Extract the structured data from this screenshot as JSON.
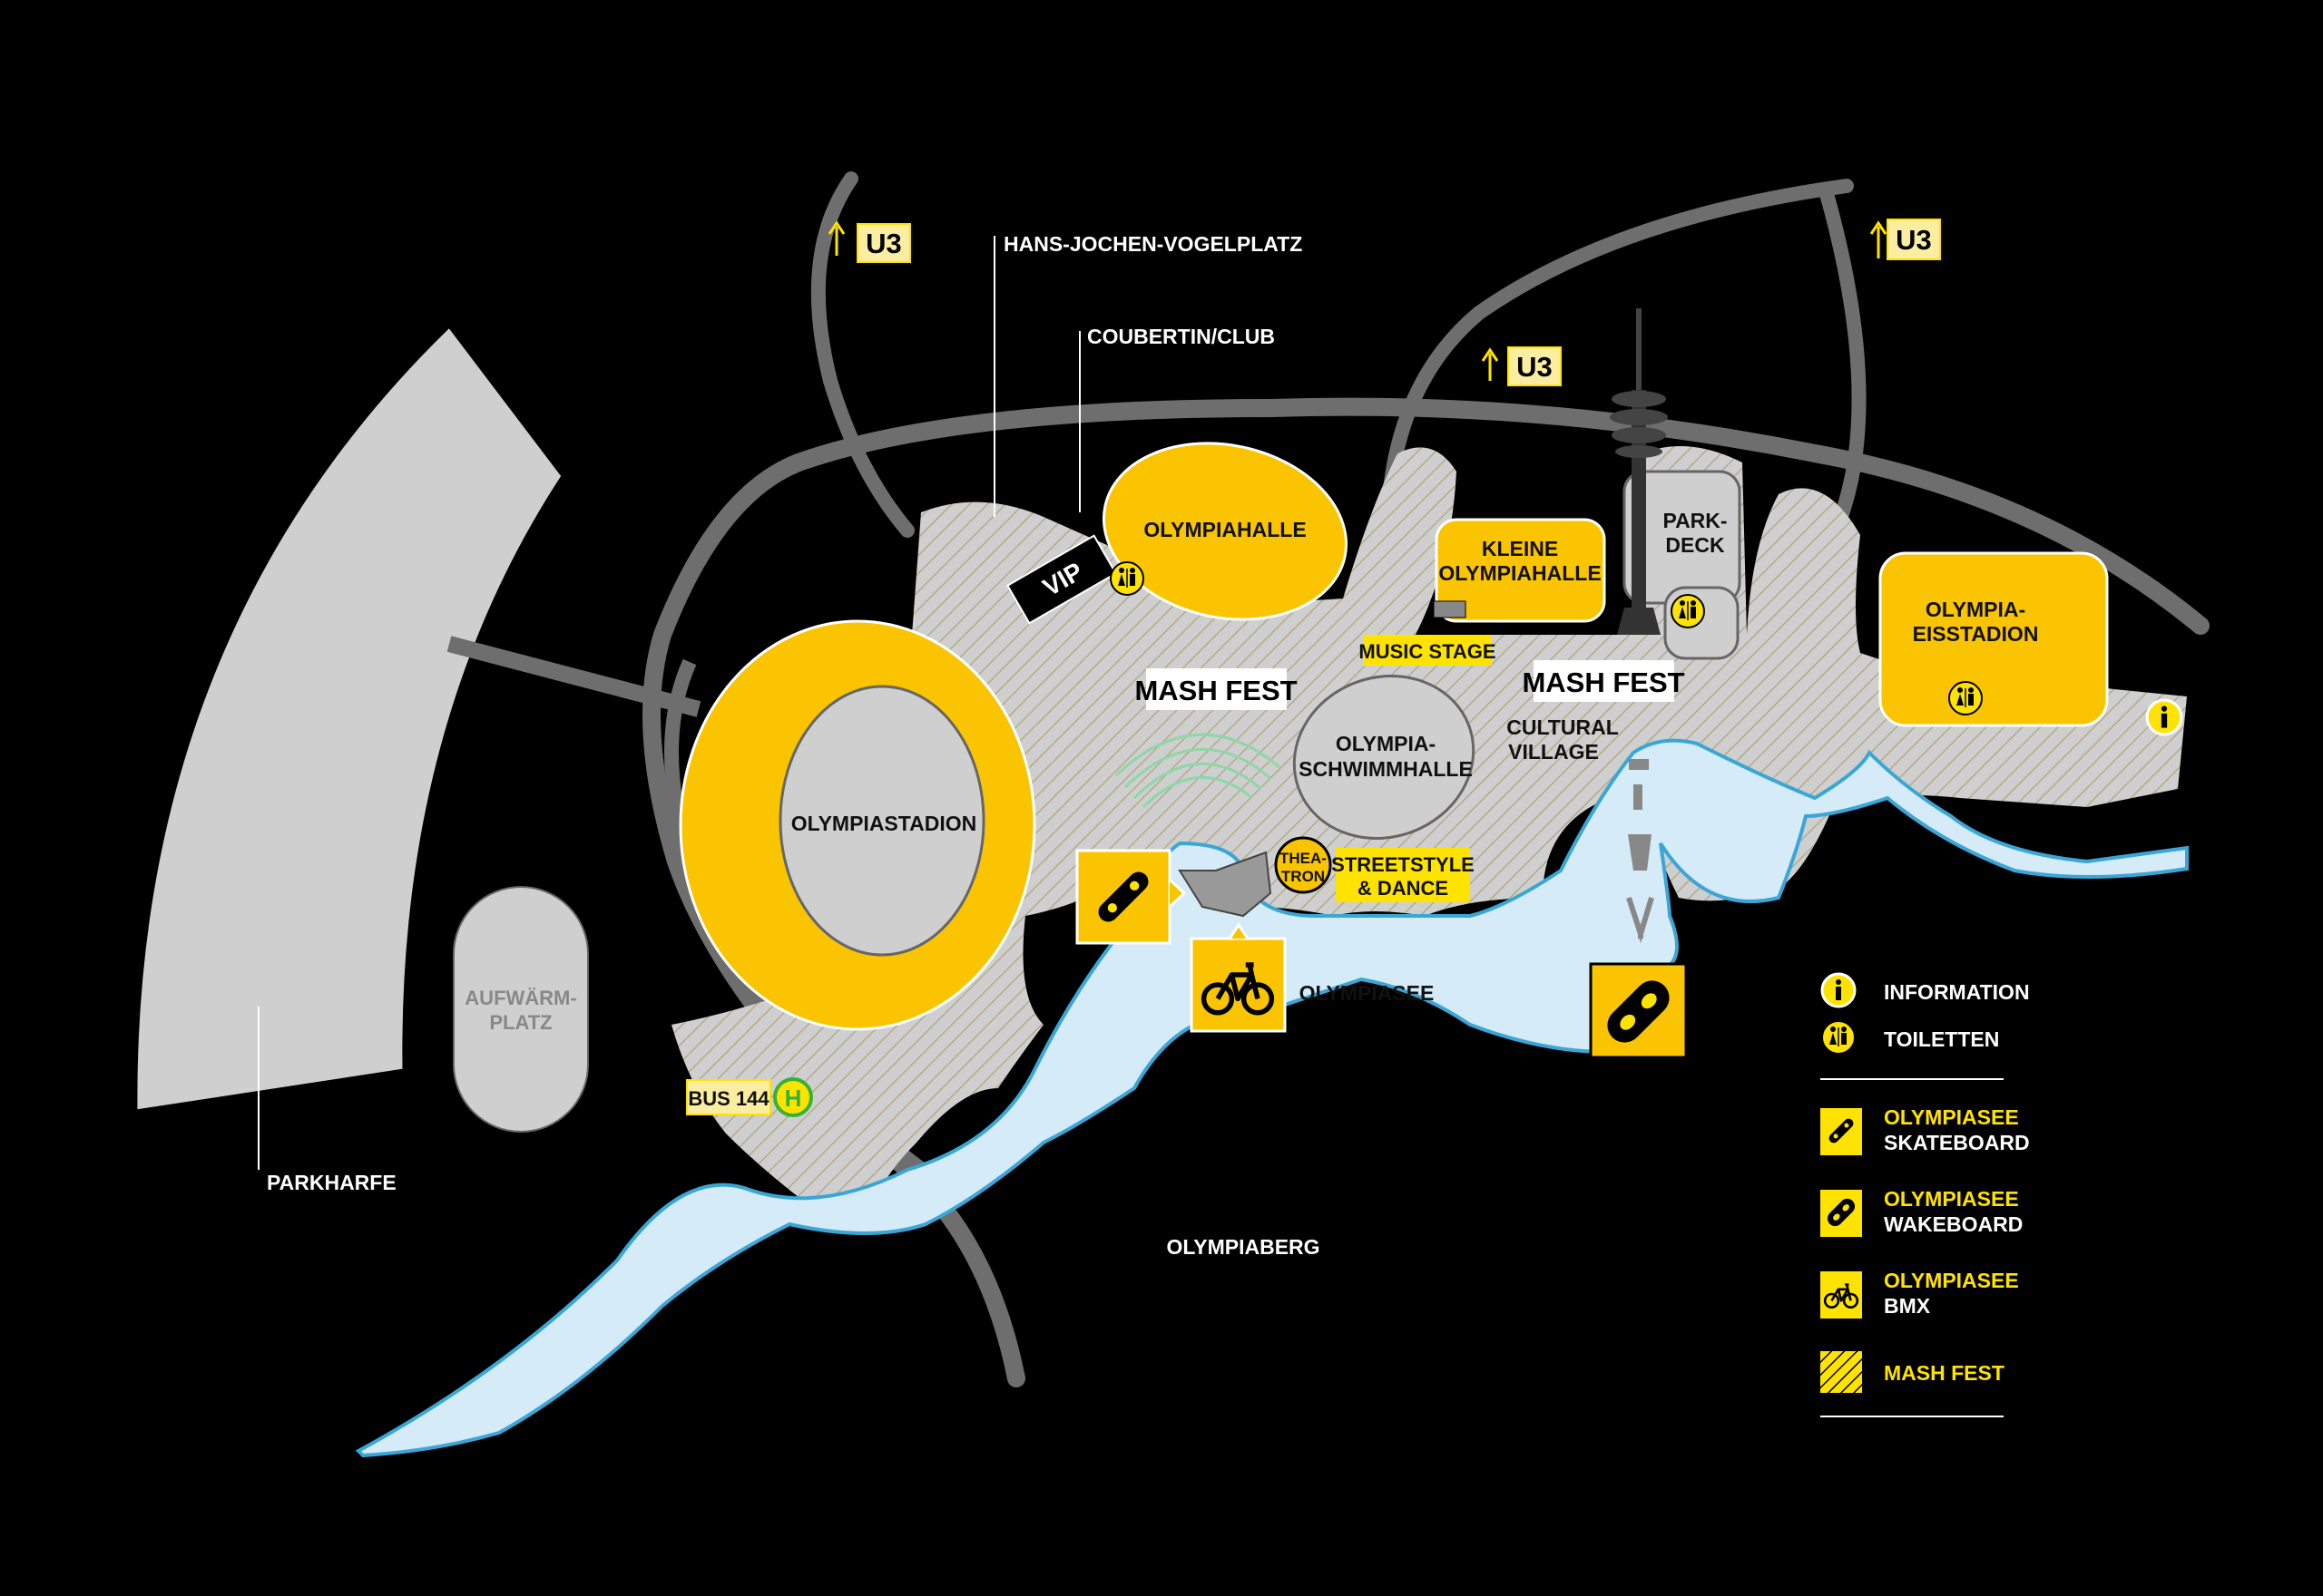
{
  "map": {
    "title": "",
    "colors": {
      "background": "#000000",
      "path": "#6e6e6e",
      "area": "#cfcfcf",
      "building": "#fbc400",
      "accent_yellow": "#ffe300",
      "water": "#d5ebf7",
      "water_edge": "#3aa6d6",
      "bus_green": "#34b233"
    },
    "labels": {
      "u3_top_left": "U3",
      "u3_center": "U3",
      "u3_right": "U3",
      "hans_jochen": "HANS-JOCHEN-VOGELPLATZ",
      "coubertin": "COUBERTIN/CLUB",
      "olympiahalle": "OLYMPIAHALLE",
      "vip": "VIP",
      "kleine_1": "KLEINE",
      "kleine_2": "OLYMPIAHALLE",
      "park_1": "PARK-",
      "park_2": "DECK",
      "eis_1": "OLYMPIA-",
      "eis_2": "EISSTADION",
      "music_stage": "MUSIC STAGE",
      "mash_fest_1": "MASH FEST",
      "mash_fest_2": "MASH FEST",
      "olympiastadion": "OLYMPIASTADION",
      "schwimm_1": "OLYMPIA-",
      "schwimm_2": "SCHWIMMHALLE",
      "cultural_1": "CULTURAL",
      "cultural_2": "VILLAGE",
      "theatron_1": "THEA-",
      "theatron_2": "TRON",
      "streetstyle_1": "STREETSTYLE",
      "streetstyle_2": "& DANCE",
      "olympiasee": "OLYMPIASEE",
      "aufwarm_1": "AUFWÄRM-",
      "aufwarm_2": "PLATZ",
      "parkharfe": "PARKHARFE",
      "bus": "BUS 144",
      "bus_h": "H",
      "olympiaberg": "OLYMPIABERG",
      "info_i": "i"
    },
    "icons": {
      "toilet": "toilet-icon",
      "info": "info-icon",
      "skateboard": "skateboard-icon",
      "bmx": "bmx-bike-icon",
      "wakeboard": "wakeboard-icon",
      "tower": "tv-tower-icon",
      "bus_stop": "bus-stop-icon"
    }
  },
  "legend": {
    "information": "INFORMATION",
    "toiletten": "TOILETTEN",
    "skate_1": "OLYMPIASEE",
    "skate_2": "SKATEBOARD",
    "wake_1": "OLYMPIASEE",
    "wake_2": "WAKEBOARD",
    "bmx_1": "OLYMPIASEE",
    "bmx_2": "BMX",
    "mash": "MASH FEST"
  }
}
